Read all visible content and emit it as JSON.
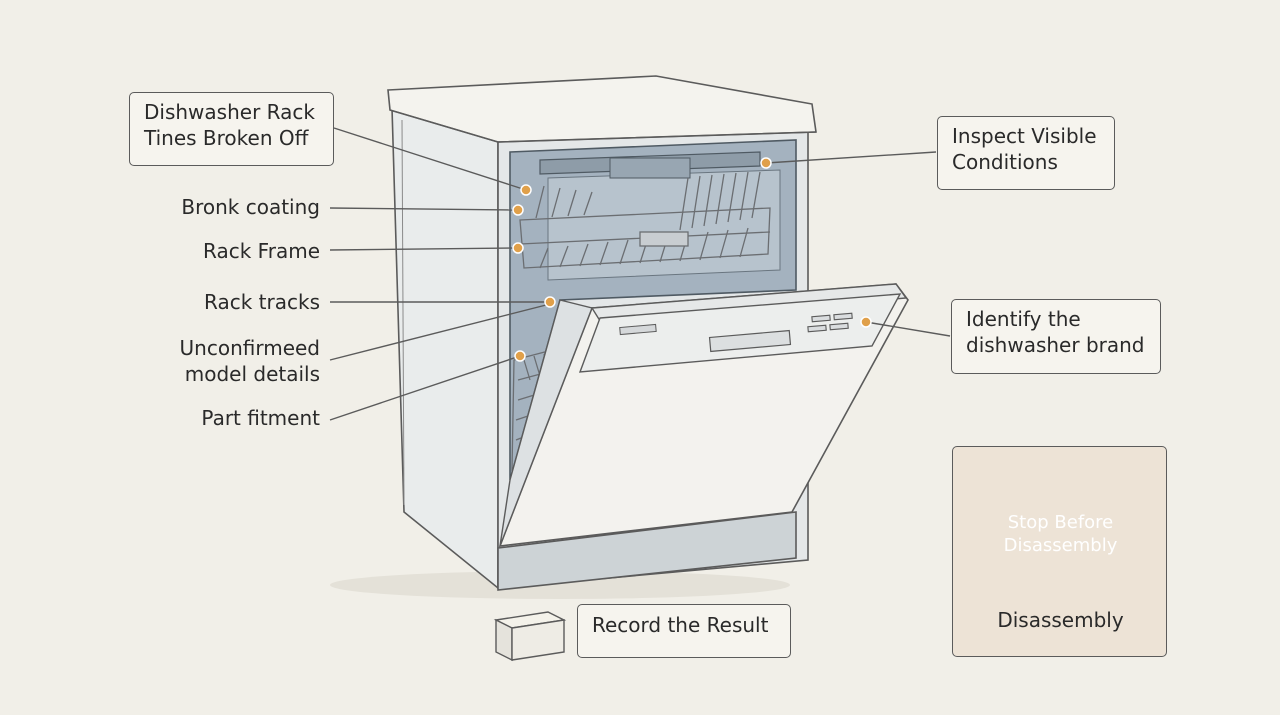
{
  "labels": {
    "rack_tines": "Dishwasher Rack\nTines Broken Off",
    "bronk_coating": "Bronk coating",
    "rack_frame": "Rack Frame",
    "rack_tracks": "Rack tracks",
    "unconfirmed_model": "Unconfirmeed\nmodel details",
    "part_fitment": "Part fitment",
    "inspect_conditions": "Inspect Visible\nConditions",
    "identify_brand": "Identify the\ndishwasher brand",
    "record_result": "Record the Result"
  },
  "stop": {
    "sign_text": "Stop Before\nDisassembly",
    "caption": "Disassembly"
  },
  "colors": {
    "background": "#f1efe8",
    "outline": "#5b5b5b",
    "tub_interior": "#a4b2bf",
    "marker": "#e0a04a",
    "stop_sign": "#c9604f",
    "stop_panel": "#ede3d6"
  }
}
